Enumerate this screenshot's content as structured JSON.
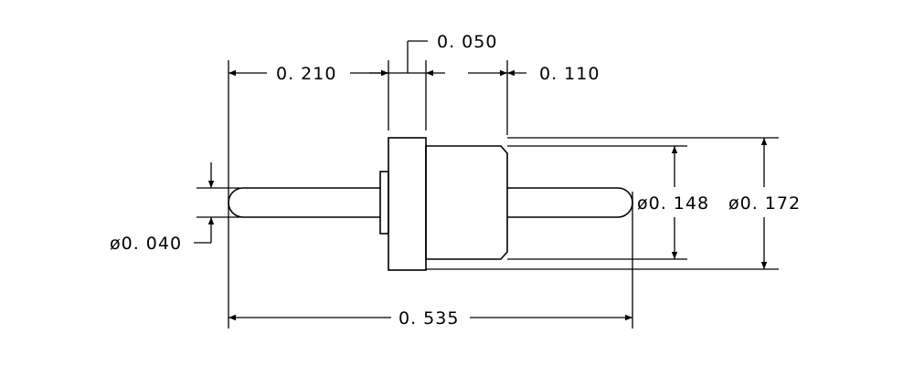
{
  "drawing": {
    "dimensions": {
      "collar_width": "0. 050",
      "left_length": "0. 210",
      "right_step": "0. 110",
      "pin_diameter": "ø0. 040",
      "body_diameter": "ø0. 148",
      "collar_diameter": "ø0. 172",
      "overall_length": "0. 535"
    },
    "colors": {
      "ink": "#000000",
      "paper": "#ffffff"
    }
  }
}
